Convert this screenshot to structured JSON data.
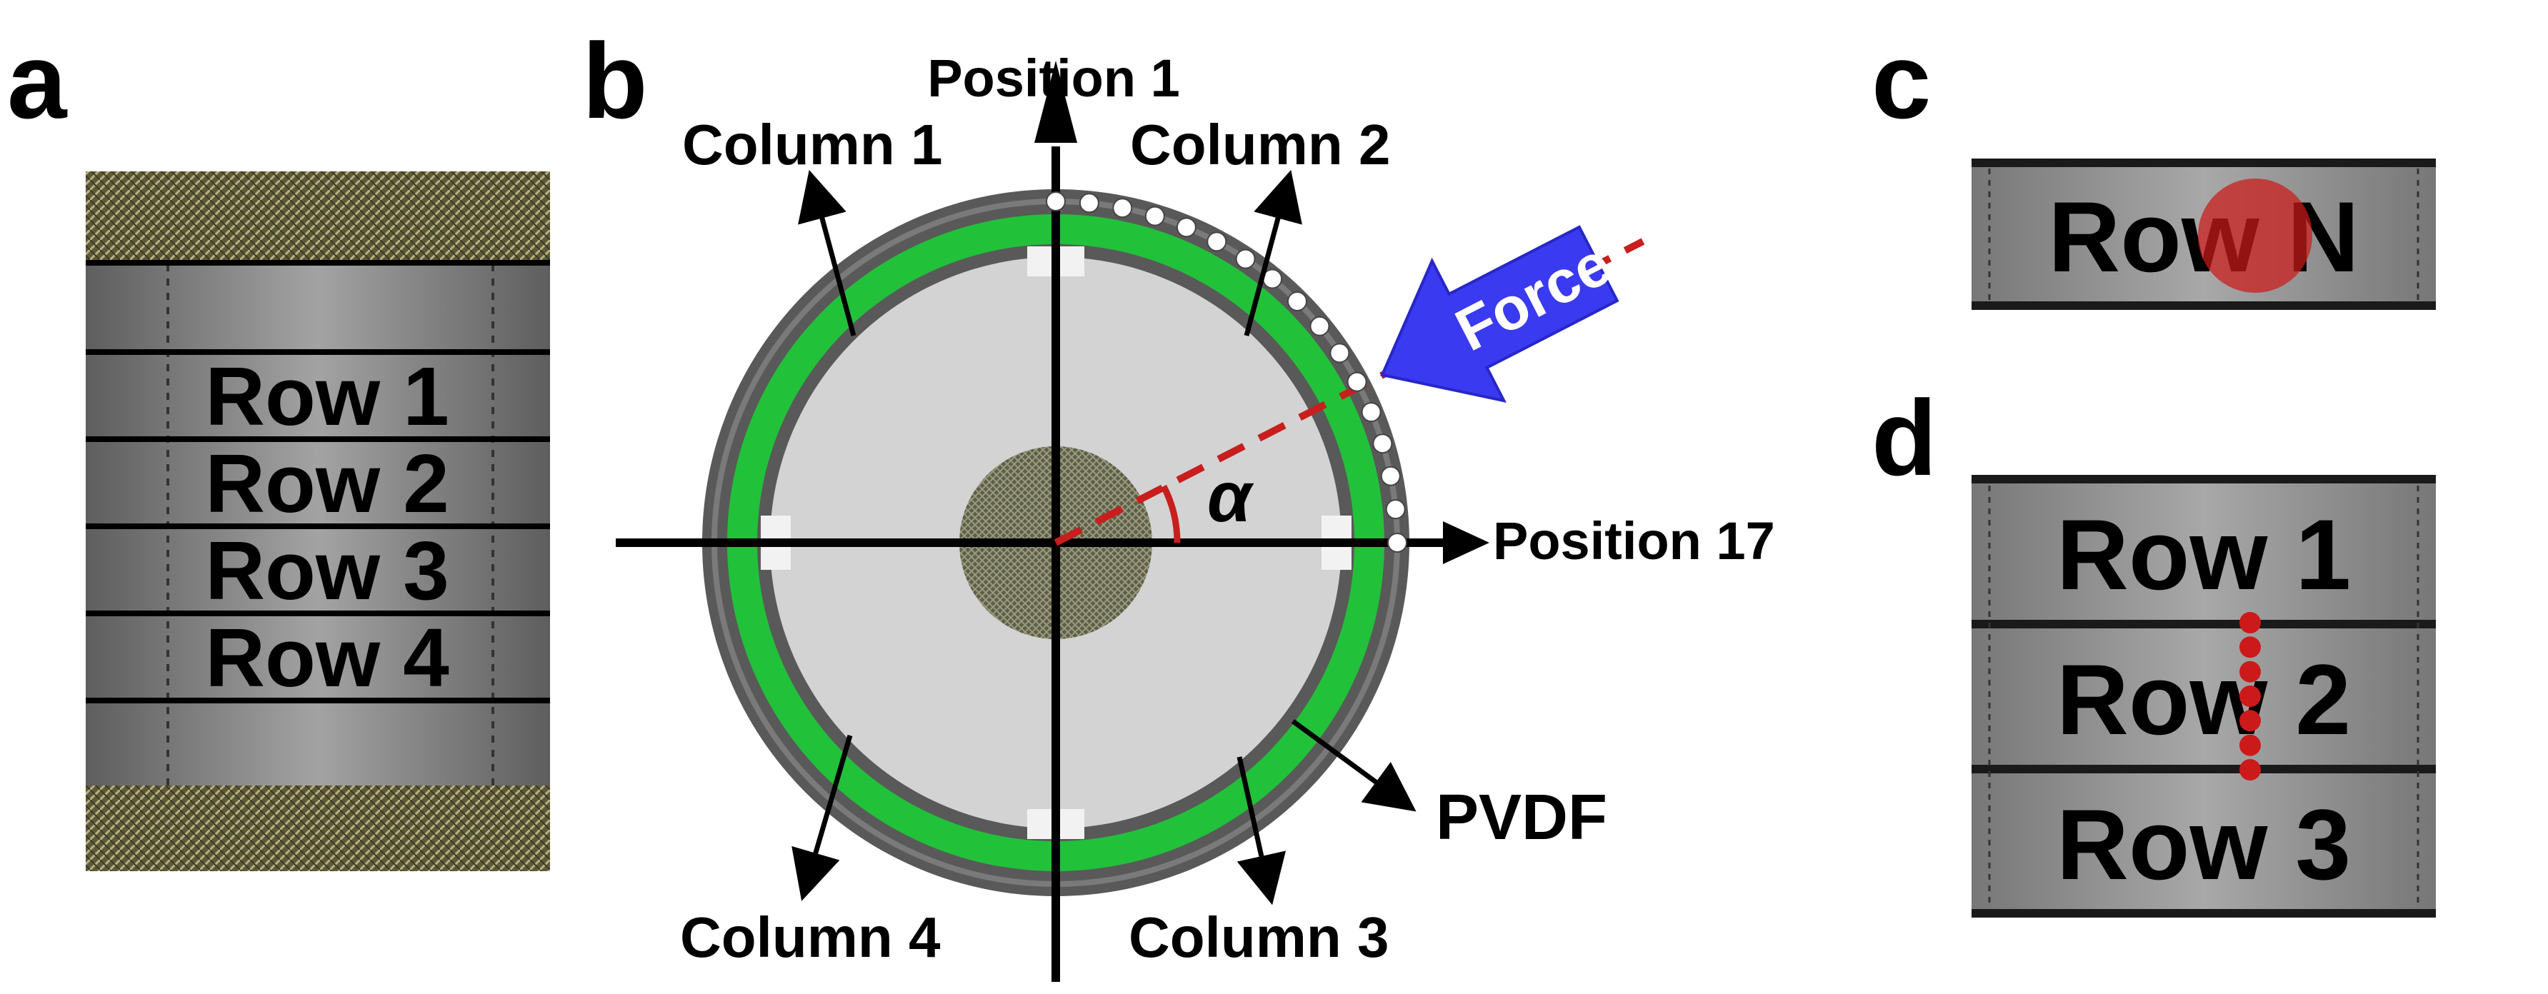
{
  "panels": {
    "a": {
      "letter": "a",
      "rows": [
        "Row 1",
        "Row 2",
        "Row 3",
        "Row 4"
      ]
    },
    "b": {
      "letter": "b",
      "position_top": "Position 1",
      "position_right": "Position 17",
      "columns": [
        "Column 1",
        "Column 2",
        "Column 3",
        "Column 4"
      ],
      "pvdf_label": "PVDF",
      "force_label": "Force",
      "angle_label": "α",
      "marker_count": 17
    },
    "c": {
      "letter": "c",
      "row_label": "Row N"
    },
    "d": {
      "letter": "d",
      "rows": [
        "Row 1",
        "Row 2",
        "Row 3"
      ],
      "dot_count": 7
    }
  },
  "colors": {
    "pvdf_green": "#22c13a",
    "frame_gray": "#595959",
    "sensor_gray": "#d3d3d3",
    "force_blue": "#3a3af0",
    "impact_red": "#cc1a1a"
  }
}
